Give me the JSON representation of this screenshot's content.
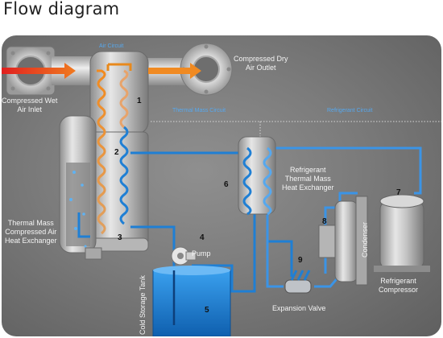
{
  "title": "Flow diagram",
  "labels": {
    "compressed_wet_air_inlet": "Compressed Wet\nAir Inlet",
    "compressed_dry_air_outlet": "Compressed Dry\nAir Outlet",
    "air_circuit": "Air Circuit",
    "thermal_mass_circuit": "Thermal Mass Circuit",
    "refrigerant_circuit": "Refrigerant Circuit",
    "thermal_mass_heat_exchanger": "Thermal Mass\nCompressed Air\nHeat Exchanger",
    "refrigerant_thermal_mass_heat_exchanger": "Refrigerant\nThermal Mass\nHeat Exchanger",
    "pump": "Pump",
    "cold_storage_tank": "Cold Storage Tank",
    "expansion_valve": "Expansion Valve",
    "condenser": "Condenser",
    "refrigerant_compressor": "Refrigerant\nCompressor"
  },
  "numbers": [
    "1",
    "2",
    "3",
    "4",
    "5",
    "6",
    "7",
    "8",
    "9"
  ],
  "colors": {
    "hot_air": "#e8891c",
    "cold_line": "#1f7fd4",
    "inlet_arrow": "#e02020",
    "circuit_label": "#56a8ee",
    "tank_water": "#1b84d8"
  }
}
